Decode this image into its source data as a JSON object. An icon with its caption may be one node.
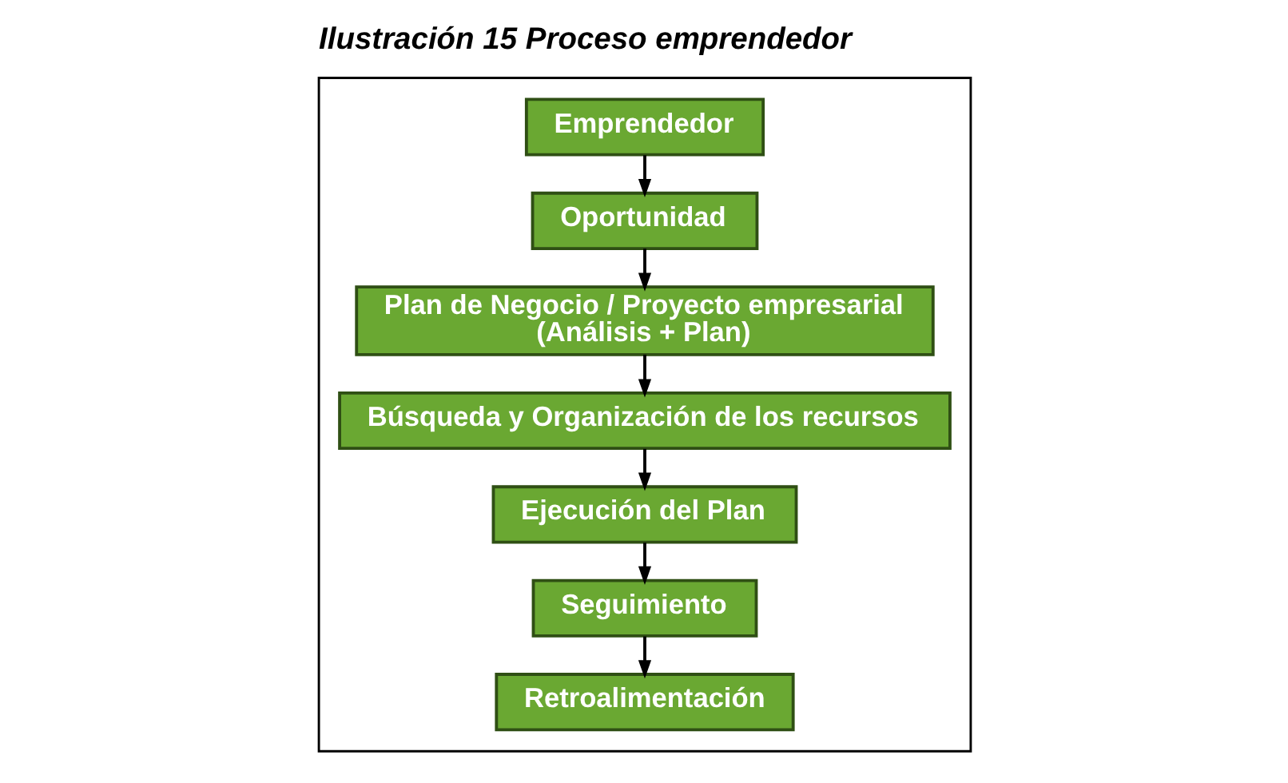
{
  "diagram": {
    "title": "Ilustración 15 Proceso emprendedor",
    "nodes": [
      {
        "text": [],
        "shape": "box"
      },
      {
        "text": [
          "Emprendedor"
        ],
        "in": 0
      },
      {
        "text": [
          "Oportunidad"
        ],
        "in": 0
      },
      {
        "text": [
          "Plan de Negocio / Proyecto empresarial (Análisis + Plan)"
        ],
        "in": 0
      },
      {
        "text": [
          "Búsqueda y Organización de los recursos"
        ],
        "in": 0
      },
      {
        "text": [
          "Ejecución del Plan"
        ],
        "in": 0
      },
      {
        "text": [
          "Seguimiento"
        ],
        "in": 0
      },
      {
        "text": [
          "Retroalimentación"
        ],
        "in": 0
      }
    ],
    "edges": [
      {
        "from": 1,
        "to": 2,
        "arrow": "to"
      },
      {
        "from": 2,
        "to": 3,
        "arrow": "to"
      },
      {
        "from": 3,
        "to": 4,
        "arrow": "to"
      },
      {
        "from": 4,
        "to": 5,
        "arrow": "to"
      },
      {
        "from": 5,
        "to": 6,
        "arrow": "to"
      },
      {
        "from": 6,
        "to": 7,
        "arrow": "to"
      }
    ]
  }
}
